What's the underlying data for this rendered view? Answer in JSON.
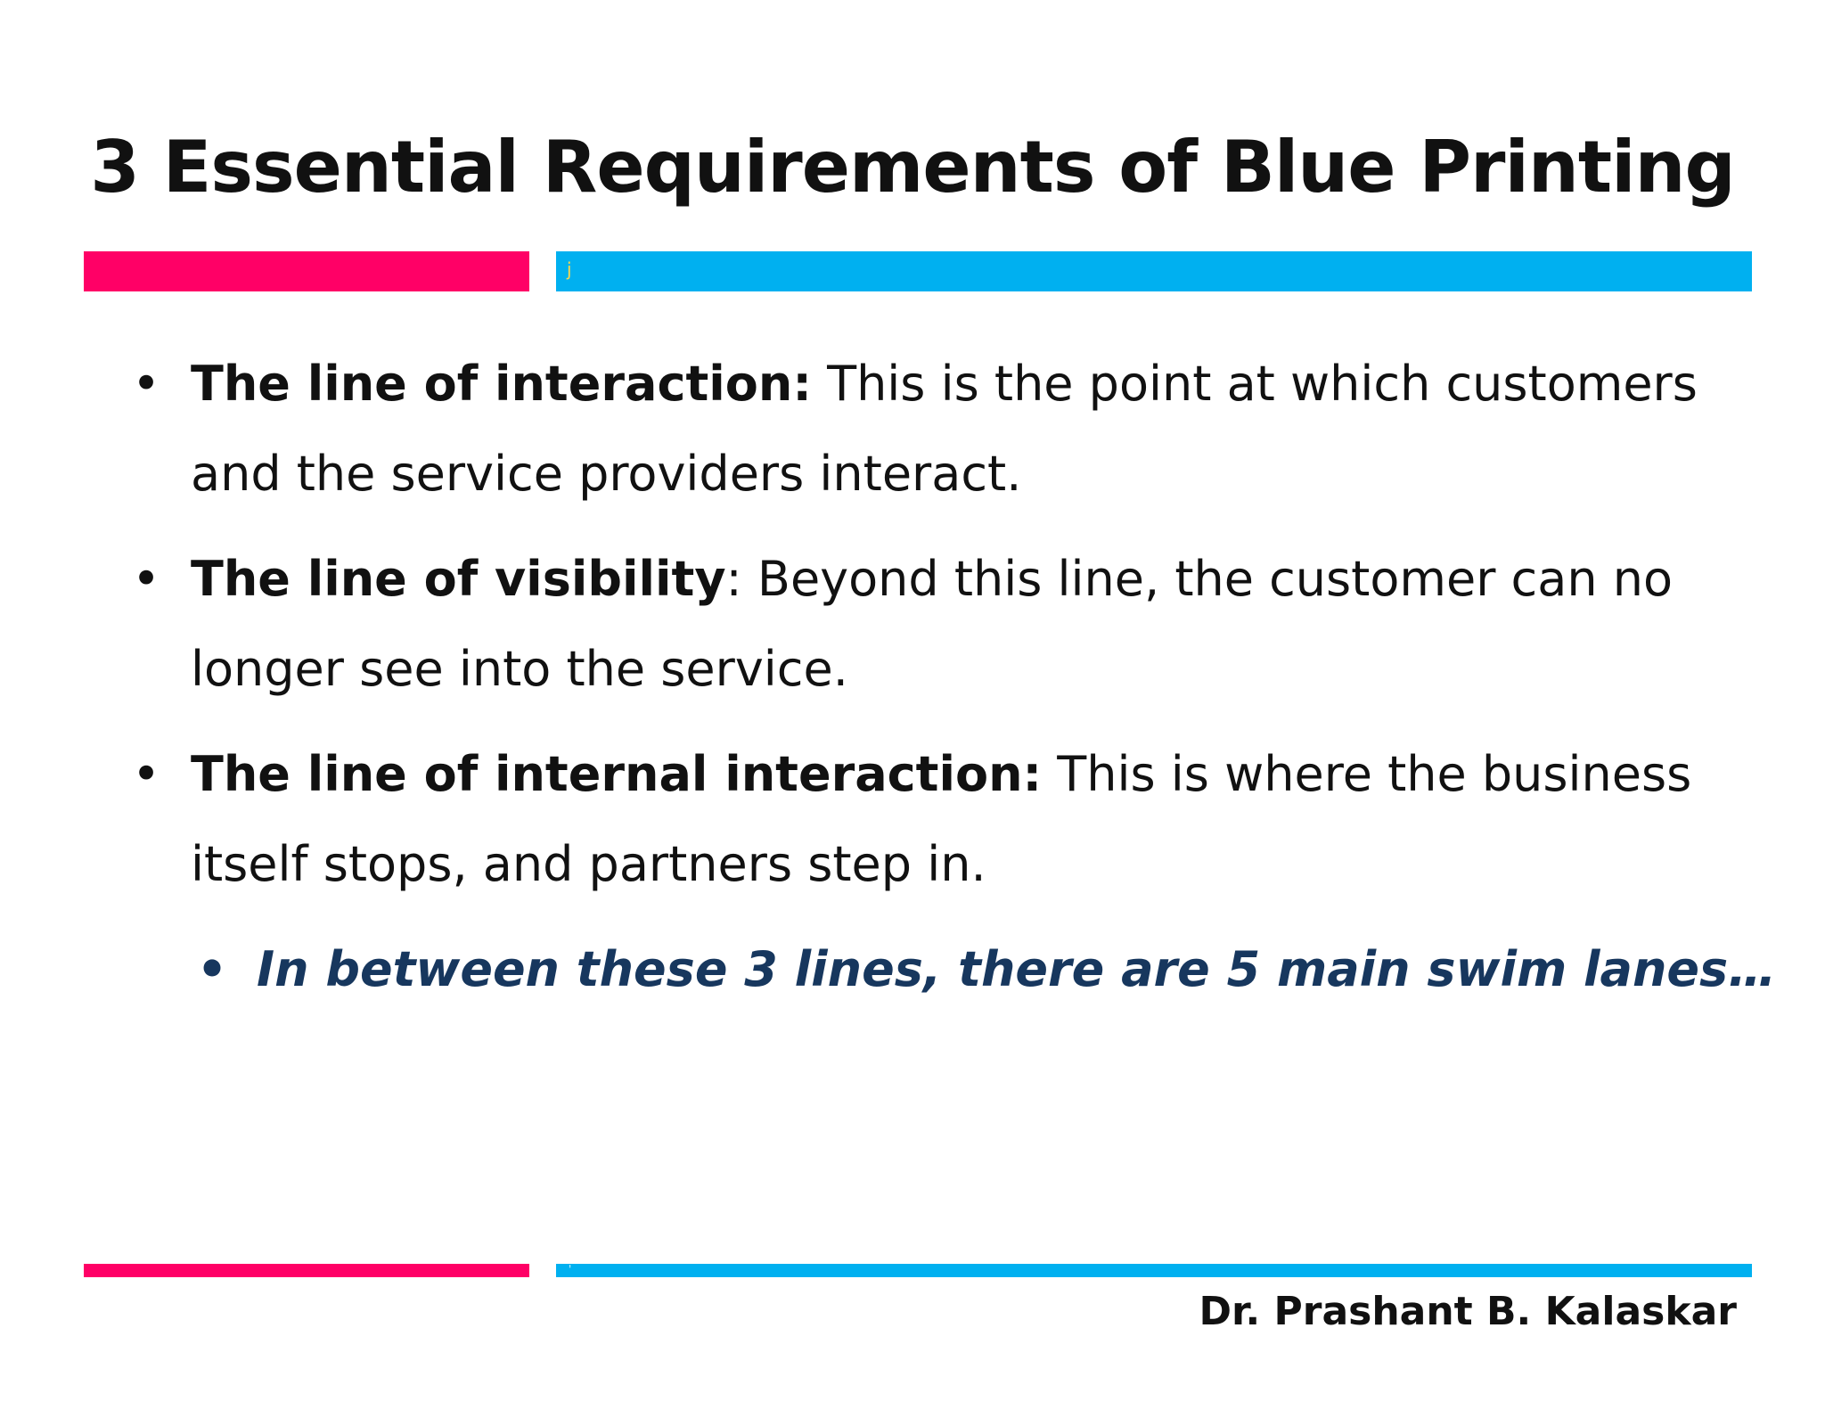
{
  "slide": {
    "title": "3 Essential Requirements of Blue Printing",
    "top_bar_mark": "j",
    "bottom_bar_mark": "'",
    "author": "Dr. Prashant B. Kalaskar"
  },
  "bullets": [
    {
      "term": "The line of interaction:",
      "line1": " This is the point at which customers",
      "line2": "and the service providers interact."
    },
    {
      "term": "The line of visibility",
      "line1": ": Beyond this line, the customer can no",
      "line2": "longer see into the service."
    },
    {
      "term": "The line of internal interaction:",
      "line1": " This is where the business",
      "line2": "itself stops, and partners step in."
    }
  ],
  "sub_bullet": {
    "text": "In between these 3 lines, there are 5 main swim lanes…"
  },
  "bullet_symbol": "•",
  "colors": {
    "accent_pink": "#ff0066",
    "accent_blue": "#00b0f0",
    "sub_bullet_text": "#17375e",
    "body_text": "#111111"
  }
}
